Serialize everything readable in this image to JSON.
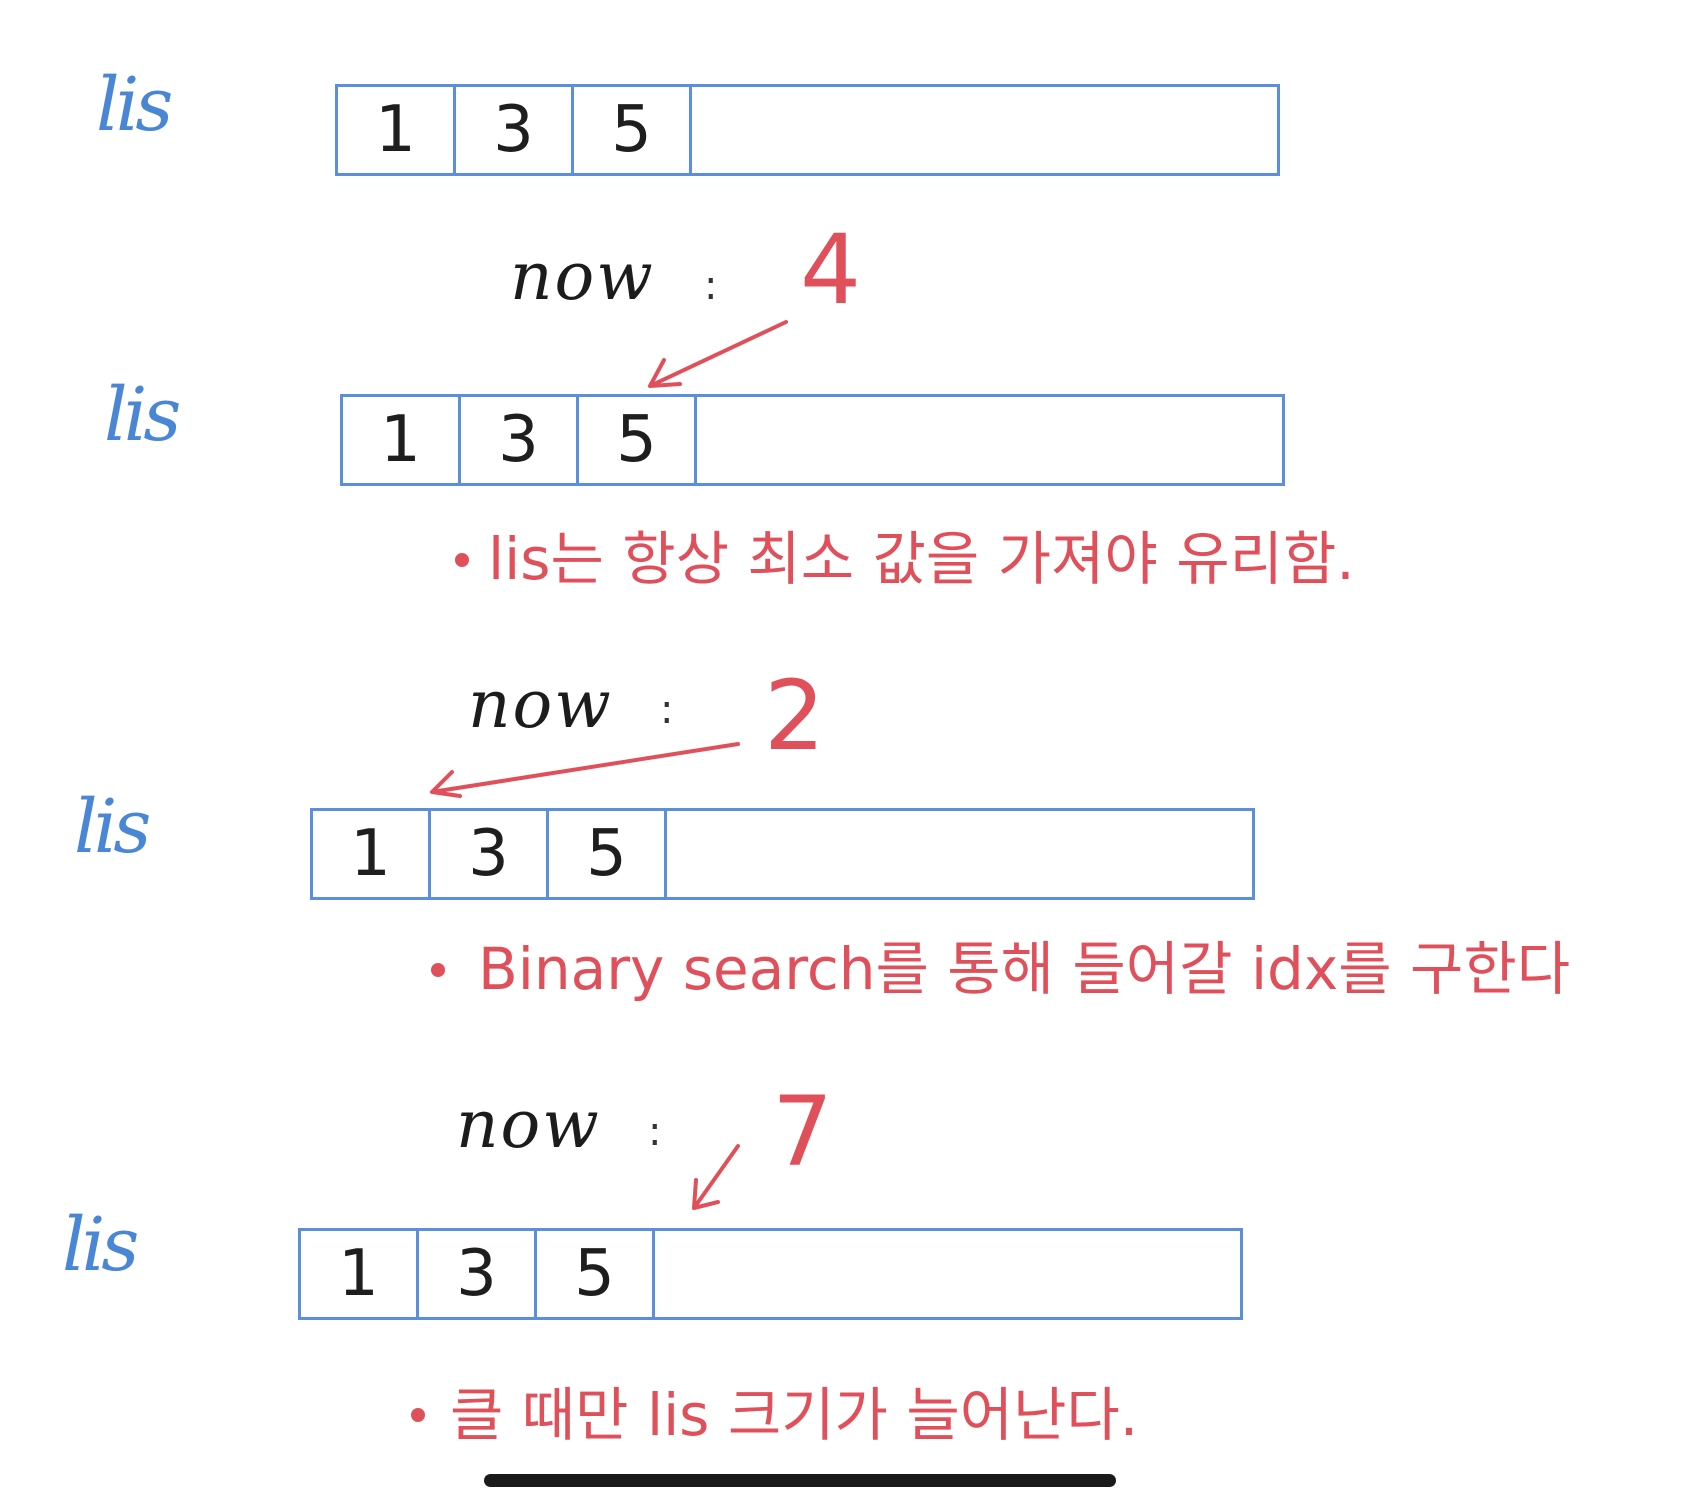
{
  "rows": [
    {
      "label": "lis",
      "cells": [
        "1",
        "3",
        "5"
      ]
    },
    {
      "label": "lis",
      "cells": [
        "1",
        "3",
        "5"
      ]
    },
    {
      "label": "lis",
      "cells": [
        "1",
        "3",
        "5"
      ]
    },
    {
      "label": "lis",
      "cells": [
        "1",
        "3",
        "5"
      ]
    }
  ],
  "steps": [
    {
      "now_label": "now",
      "colon": ":",
      "value": "4"
    },
    {
      "now_label": "now",
      "colon": ":",
      "value": "2"
    },
    {
      "now_label": "now",
      "colon": ":",
      "value": "7"
    }
  ],
  "notes": [
    "lis는 항상 최소 값을 가져야 유리함.",
    "Binary search를 통해 들어갈 idx를 구한다",
    "클 때만 lis 크기가 늘어난다."
  ],
  "colors": {
    "array_blue": "#5b8fdc",
    "annotation_red": "#e0505a",
    "ink_black": "#1e1e1e"
  }
}
